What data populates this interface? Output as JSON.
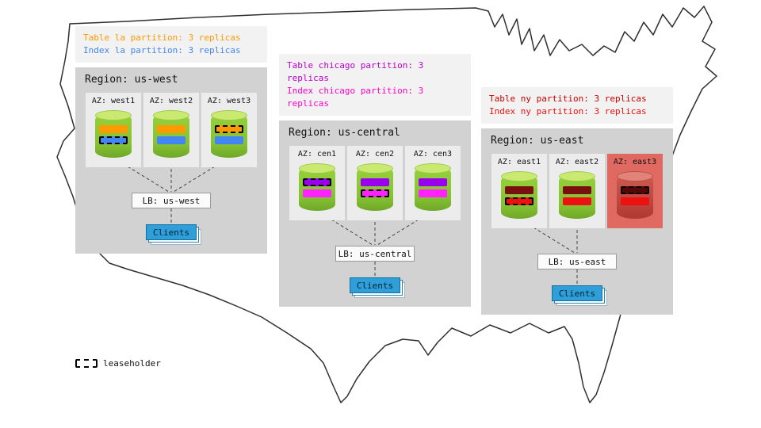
{
  "colors": {
    "region_bg": "#d2d2d2",
    "az_bg": "#ececec",
    "az_failed_bg": "#e06a62",
    "annotation_bg": "#f2f2f2",
    "clients_bg": "#2e9fd8",
    "cylinder_green": "#85c133",
    "cylinder_failed_red": "#b03a32"
  },
  "legend": {
    "label": "leaseholder"
  },
  "regions": [
    {
      "id": "us-west",
      "annotation": {
        "table_line": "Table la partition: 3 replicas",
        "index_line": "Index la partition: 3 replicas",
        "table_color": "#ff9900",
        "index_color": "#4285f4"
      },
      "title": "Region: us-west",
      "lb_label": "LB: us-west",
      "clients_label": "Clients",
      "azs": [
        {
          "label": "AZ: west1",
          "failed": false,
          "bars": [
            {
              "color": "#ff9900",
              "leaseholder": false
            },
            {
              "color": "#4285f4",
              "leaseholder": true
            }
          ]
        },
        {
          "label": "AZ: west2",
          "failed": false,
          "bars": [
            {
              "color": "#ff9900",
              "leaseholder": false
            },
            {
              "color": "#4285f4",
              "leaseholder": false
            }
          ]
        },
        {
          "label": "AZ: west3",
          "failed": false,
          "bars": [
            {
              "color": "#ff9900",
              "leaseholder": true
            },
            {
              "color": "#4285f4",
              "leaseholder": false
            }
          ]
        }
      ]
    },
    {
      "id": "us-central",
      "annotation": {
        "table_line": "Table chicago partition: 3 replicas",
        "index_line": "Index chicago partition: 3 replicas",
        "table_color": "#bb00cc",
        "index_color": "#ff00cc"
      },
      "title": "Region: us-central",
      "lb_label": "LB: us-central",
      "clients_label": "Clients",
      "azs": [
        {
          "label": "AZ: cen1",
          "failed": false,
          "bars": [
            {
              "color": "#9900ee",
              "leaseholder": true
            },
            {
              "color": "#ff22ff",
              "leaseholder": false
            }
          ]
        },
        {
          "label": "AZ: cen2",
          "failed": false,
          "bars": [
            {
              "color": "#9900ee",
              "leaseholder": false
            },
            {
              "color": "#ff22ff",
              "leaseholder": true
            }
          ]
        },
        {
          "label": "AZ: cen3",
          "failed": false,
          "bars": [
            {
              "color": "#9900ee",
              "leaseholder": false
            },
            {
              "color": "#ff22ff",
              "leaseholder": false
            }
          ]
        }
      ]
    },
    {
      "id": "us-east",
      "annotation": {
        "table_line": "Table ny partition: 3 replicas",
        "index_line": "Index ny partition: 3 replicas",
        "table_color": "#cc0000",
        "index_color": "#ee1111"
      },
      "title": "Region: us-east",
      "lb_label": "LB: us-east",
      "clients_label": "Clients",
      "azs": [
        {
          "label": "AZ: east1",
          "failed": false,
          "bars": [
            {
              "color": "#7a0f0f",
              "leaseholder": false
            },
            {
              "color": "#ee1111",
              "leaseholder": true
            }
          ]
        },
        {
          "label": "AZ: east2",
          "failed": false,
          "bars": [
            {
              "color": "#7a0f0f",
              "leaseholder": false
            },
            {
              "color": "#ee1111",
              "leaseholder": false
            }
          ]
        },
        {
          "label": "AZ: east3",
          "failed": true,
          "bars": [
            {
              "color": "#550808",
              "leaseholder": true
            },
            {
              "color": "#ee1111",
              "leaseholder": false
            }
          ]
        }
      ]
    }
  ]
}
